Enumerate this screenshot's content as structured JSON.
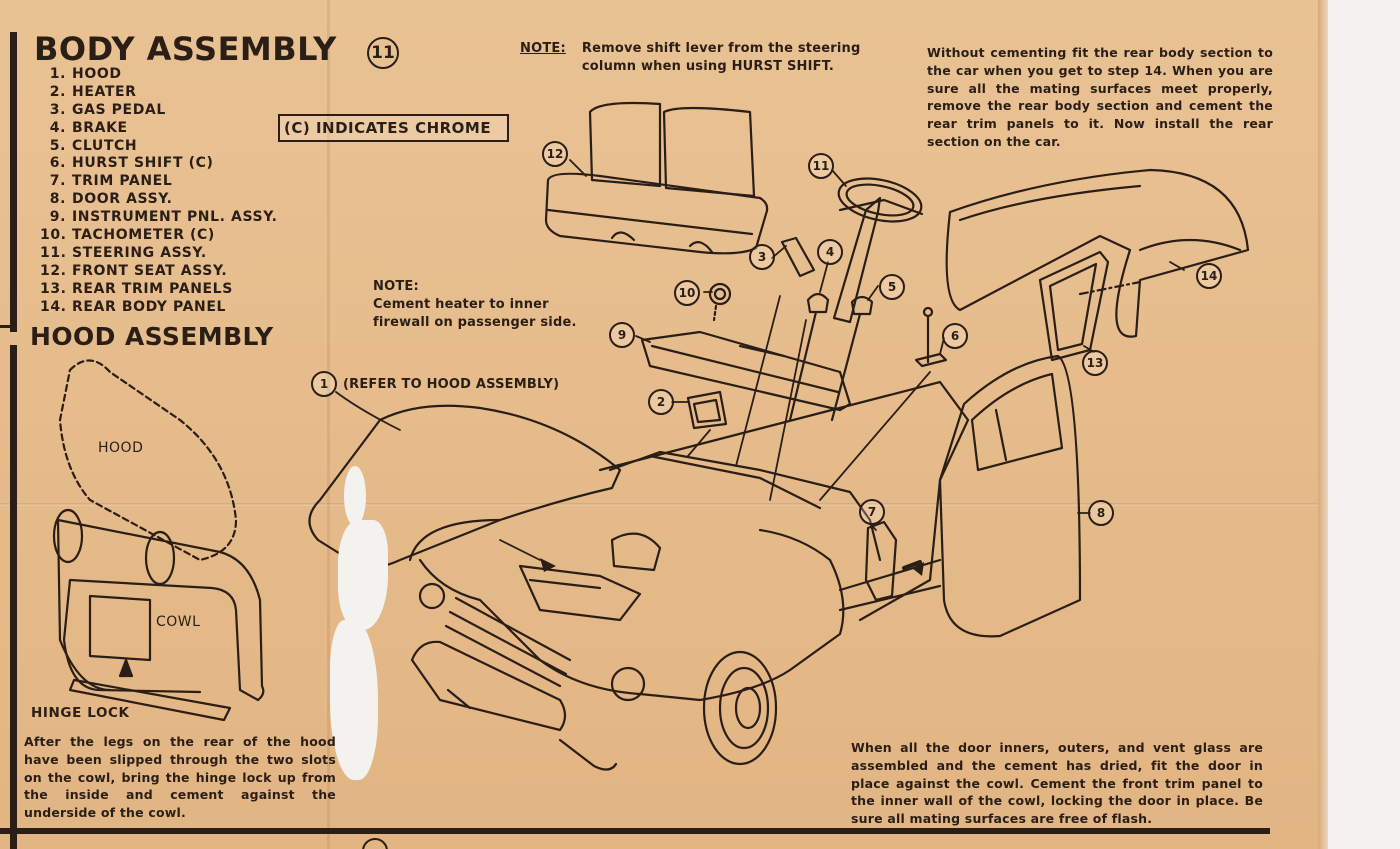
{
  "body_assembly": {
    "title": "BODY ASSEMBLY",
    "step_number": "11",
    "parts": [
      {
        "num": "1.",
        "name": "HOOD"
      },
      {
        "num": "2.",
        "name": "HEATER"
      },
      {
        "num": "3.",
        "name": "GAS PEDAL"
      },
      {
        "num": "4.",
        "name": "BRAKE"
      },
      {
        "num": "5.",
        "name": "CLUTCH"
      },
      {
        "num": "6.",
        "name": "HURST SHIFT (C)"
      },
      {
        "num": "7.",
        "name": "TRIM PANEL"
      },
      {
        "num": "8.",
        "name": "DOOR ASSY."
      },
      {
        "num": "9.",
        "name": "INSTRUMENT PNL. ASSY."
      },
      {
        "num": "10.",
        "name": "TACHOMETER (C)"
      },
      {
        "num": "11.",
        "name": "STEERING ASSY."
      },
      {
        "num": "12.",
        "name": "FRONT SEAT ASSY."
      },
      {
        "num": "13.",
        "name": "REAR TRIM PANELS"
      },
      {
        "num": "14.",
        "name": "REAR BODY PANEL"
      }
    ],
    "chrome_note": "(C) INDICATES CHROME"
  },
  "notes": {
    "shift_label": "NOTE:",
    "shift_text": "Remove shift lever from the steering column when using HURST SHIFT.",
    "heater_label": "NOTE:",
    "heater_text": "Cement heater to inner firewall on passenger side.",
    "rear_section": "Without cementing fit the rear body section to the car when you get to step 14. When you are sure all the mating surfaces meet properly, remove the rear body section and cement the rear trim panels to it. Now install the rear section on the car.",
    "door": "When all the door inners, outers, and vent glass are assembled and the cement has dried, fit the door in place against the cowl. Cement the front trim panel to the inner wall of the cowl, locking the door in place. Be sure all mating surfaces are free of flash."
  },
  "callouts": [
    "1",
    "2",
    "3",
    "4",
    "5",
    "6",
    "7",
    "8",
    "9",
    "10",
    "11",
    "12",
    "13",
    "14"
  ],
  "refer_hood": "(REFER TO HOOD ASSEMBLY)",
  "hood_assembly": {
    "title": "HOOD ASSEMBLY",
    "hood_label": "HOOD",
    "cowl_label": "COWL",
    "hinge_label": "HINGE LOCK",
    "instructions": "After the legs on the rear of the hood have been slipped through the two slots on the cowl, bring the hinge lock up from the inside and cement against the underside of the cowl."
  },
  "colors": {
    "paper": "#e6bc8c",
    "ink": "#2a1e16"
  }
}
